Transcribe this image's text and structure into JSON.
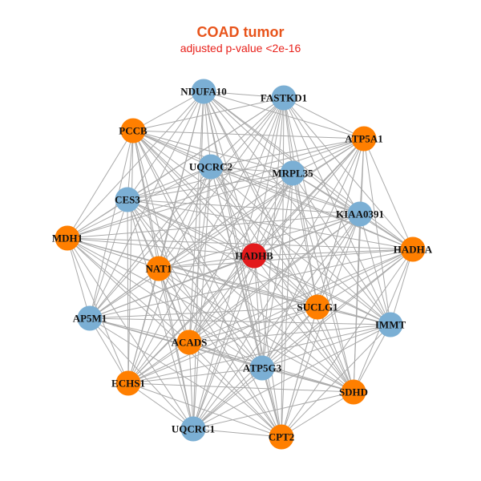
{
  "header": {
    "title": "COAD tumor",
    "subtitle": "adjusted p-value <2e-16"
  },
  "colors": {
    "title": "#e8541b",
    "subtitle": "#e8211b",
    "hub": "#e31a1c",
    "orange": "#ff7f00",
    "blue": "#7bafd4",
    "edge": "#aaaaaa"
  },
  "network": {
    "hub": "HADHB",
    "nodes": [
      {
        "id": "HADHB",
        "label": "HADHB",
        "group": "hub"
      },
      {
        "id": "NDUFA10",
        "label": "NDUFA10",
        "group": "blue"
      },
      {
        "id": "FASTKD1",
        "label": "FASTKD1",
        "group": "blue"
      },
      {
        "id": "PCCB",
        "label": "PCCB",
        "group": "orange"
      },
      {
        "id": "ATP5A1",
        "label": "ATP5A1",
        "group": "orange"
      },
      {
        "id": "UQCRC2",
        "label": "UQCRC2",
        "group": "blue"
      },
      {
        "id": "MRPL35",
        "label": "MRPL35",
        "group": "blue"
      },
      {
        "id": "CES3",
        "label": "CES3",
        "group": "blue"
      },
      {
        "id": "KIAA0391",
        "label": "KIAA0391",
        "group": "blue"
      },
      {
        "id": "MDH1",
        "label": "MDH1",
        "group": "orange"
      },
      {
        "id": "HADHA",
        "label": "HADHA",
        "group": "orange"
      },
      {
        "id": "NAT1",
        "label": "NAT1",
        "group": "orange"
      },
      {
        "id": "SUCLG1",
        "label": "SUCLG1",
        "group": "orange"
      },
      {
        "id": "AP5M1",
        "label": "AP5M1",
        "group": "blue"
      },
      {
        "id": "IMMT",
        "label": "IMMT",
        "group": "blue"
      },
      {
        "id": "ACADS",
        "label": "ACADS",
        "group": "orange"
      },
      {
        "id": "ATP5G3",
        "label": "ATP5G3",
        "group": "blue"
      },
      {
        "id": "ECHS1",
        "label": "ECHS1",
        "group": "orange"
      },
      {
        "id": "SDHD",
        "label": "SDHD",
        "group": "orange"
      },
      {
        "id": "UQCRC1",
        "label": "UQCRC1",
        "group": "blue"
      },
      {
        "id": "CPT2",
        "label": "CPT2",
        "group": "orange"
      }
    ],
    "edges": "all-pairs"
  }
}
